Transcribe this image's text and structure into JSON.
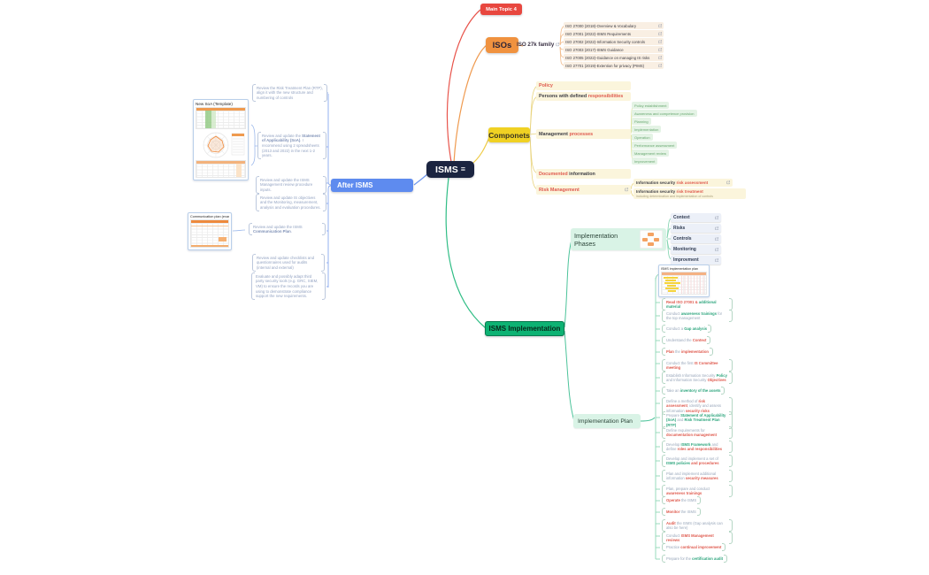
{
  "root": {
    "label": "ISMS",
    "menu_glyph": "≡"
  },
  "main_topic": {
    "label": "Main Topic 4"
  },
  "isos": {
    "label": "ISOs",
    "family_label": "ISO 27k family",
    "standards": [
      "ISO 27000 (2018)-Overview & Vocabulary",
      "ISO 27001 (2022)-ISMS Requirements",
      "ISO 27002 (2022)-Information Security controls",
      "ISO 27003 (2017)-ISMS Guidance",
      "ISO 27005 (2022)-Guidance on managing IS risks",
      "ISO 27701 (2019)-Extention for privacy (PIMS)"
    ]
  },
  "components": {
    "label": "Componets",
    "children": [
      {
        "parts": [
          [
            "Policy",
            "r"
          ]
        ]
      },
      {
        "parts": [
          [
            "Persons with defined ",
            "d"
          ],
          [
            "responsibilities",
            "r"
          ]
        ]
      },
      {
        "parts": [
          [
            "Management ",
            "d"
          ],
          [
            "processes",
            "r"
          ]
        ]
      },
      {
        "parts": [
          [
            "Documented",
            "r"
          ],
          [
            " information",
            "d"
          ]
        ]
      },
      {
        "parts": [
          [
            "Risk Management",
            "r"
          ]
        ]
      }
    ],
    "processes": [
      "Policy establishment",
      "Awareness and competence provision",
      "Planning",
      "Implementation",
      "Operation",
      "Performance assessment",
      "Management review",
      "Improvement"
    ],
    "risk_items": [
      {
        "parts": [
          [
            "Information security ",
            "d"
          ],
          [
            "risk assessment",
            "r"
          ]
        ]
      },
      {
        "parts": [
          [
            "Information security ",
            "d"
          ],
          [
            "risk treatment",
            "r"
          ]
        ],
        "note": "including determination and implementation of controls"
      }
    ]
  },
  "after_isms": {
    "label": "After ISMS",
    "soa_card": {
      "title": "New SoA (Template)"
    },
    "comm_card": {
      "title": "Communication plan (example)"
    },
    "notes": [
      {
        "parts": [
          [
            "Review the Risk Treatment Plan (RTP), align it with the new structure and numbering of controls",
            "d"
          ]
        ]
      },
      {
        "parts": [
          [
            "Review and update the ",
            "d"
          ],
          [
            "Statement of Applicability (SoA)",
            "b"
          ],
          [
            ". I recommend using 2 spreadsheets (2013 and 2022) in the next 1-2 years.",
            "d"
          ]
        ]
      },
      {
        "parts": [
          [
            "Review and update the ISMS Management review procedure inputs.",
            "d"
          ]
        ]
      },
      {
        "parts": [
          [
            "Review and update IS objectives and the Monitoring, measurement, analysis and evaluation procedures.",
            "d"
          ]
        ]
      },
      {
        "parts": [
          [
            "Review and update the ISMS ",
            "d"
          ],
          [
            "Communication Plan",
            "b"
          ],
          [
            ".",
            "d"
          ]
        ]
      },
      {
        "parts": [
          [
            "Review and update checklists and questionnaires used for audits (internal and external)",
            "d"
          ]
        ]
      },
      {
        "parts": [
          [
            "Evaluate and possibly adapt third party security tools (e.g. GRC, SIEM, VM) to ensure the records you are using to demonstrate compliance support the new requirements.",
            "d"
          ]
        ]
      }
    ]
  },
  "implementation": {
    "label": "ISMS Implementation",
    "phases": {
      "label": "Implementation Phases",
      "items": [
        "Context",
        "Risks",
        "Controls",
        "Monitoring",
        "Improvment"
      ]
    },
    "plan": {
      "label": "Implementation Plan",
      "file_card": {
        "title": "ISMS implementation plan"
      },
      "steps": [
        {
          "parts": [
            [
              "Read ISO 27001 & ",
              "r"
            ],
            [
              "additional material",
              "g"
            ]
          ]
        },
        {
          "parts": [
            [
              "Conduct ",
              "d"
            ],
            [
              "awareness trainings",
              "g"
            ],
            [
              " for the top management",
              "d"
            ]
          ]
        },
        {
          "parts": [
            [
              "Conduct a ",
              "d"
            ],
            [
              "Gap analysis",
              "g"
            ]
          ]
        },
        {
          "parts": [
            [
              "Understand the ",
              "d"
            ],
            [
              "Context",
              "r"
            ]
          ]
        },
        {
          "parts": [
            [
              "Plan",
              "r"
            ],
            [
              " the ",
              "d"
            ],
            [
              "implementation",
              "r"
            ]
          ]
        },
        {
          "parts": [
            [
              "Conduct the first ",
              "d"
            ],
            [
              "IS Committee meeting",
              "r"
            ]
          ]
        },
        {
          "parts": [
            [
              "Establish Information Security ",
              "d"
            ],
            [
              "Policy",
              "g"
            ],
            [
              " and Information Security ",
              "d"
            ],
            [
              "Objectives",
              "r"
            ]
          ]
        },
        {
          "parts": [
            [
              "Take an ",
              "d"
            ],
            [
              "inventory of the assets",
              "g"
            ]
          ]
        },
        {
          "parts": [
            [
              "Define a method of ",
              "d"
            ],
            [
              "risk assessment",
              "r"
            ],
            [
              ", identify and assess information ",
              "d"
            ],
            [
              "security risks",
              "r"
            ]
          ]
        },
        {
          "parts": [
            [
              "Prepare ",
              "d"
            ],
            [
              "Statement of Applicability (SoA)",
              "g"
            ],
            [
              " and ",
              "d"
            ],
            [
              "Risk Treatment Plan (RTP)",
              "g"
            ]
          ]
        },
        {
          "parts": [
            [
              "Define requirements for ",
              "d"
            ],
            [
              "documentation management",
              "r"
            ]
          ]
        },
        {
          "parts": [
            [
              "Develop ",
              "d"
            ],
            [
              "ISMS Framework",
              "g"
            ],
            [
              " and define ",
              "d"
            ],
            [
              "roles and responsibilities",
              "r"
            ]
          ]
        },
        {
          "parts": [
            [
              "Develop and implement a set of ",
              "d"
            ],
            [
              "ISMS policies",
              "g"
            ],
            [
              " and procedures",
              "r"
            ]
          ]
        },
        {
          "parts": [
            [
              "Plan and implement additional information ",
              "d"
            ],
            [
              "security measures",
              "r"
            ]
          ]
        },
        {
          "parts": [
            [
              "Plan, prepare and conduct ",
              "d"
            ],
            [
              "awareness trainings",
              "r"
            ]
          ]
        },
        {
          "parts": [
            [
              "Operate",
              "r"
            ],
            [
              " the ISMS",
              "d"
            ]
          ]
        },
        {
          "parts": [
            [
              "Monitor",
              "r"
            ],
            [
              " the ISMS",
              "d"
            ]
          ]
        },
        {
          "parts": [
            [
              "Audit",
              "r"
            ],
            [
              " the ISMS (Gap analysis can also be here)",
              "d"
            ]
          ]
        },
        {
          "parts": [
            [
              "Conduct ",
              "d"
            ],
            [
              "ISMS Management reviews",
              "r"
            ]
          ]
        },
        {
          "parts": [
            [
              "Practice ",
              "d"
            ],
            [
              "continual improvement",
              "r"
            ]
          ]
        },
        {
          "parts": [
            [
              "Prepare for the ",
              "d"
            ],
            [
              "certification audit",
              "g"
            ]
          ]
        }
      ]
    }
  }
}
